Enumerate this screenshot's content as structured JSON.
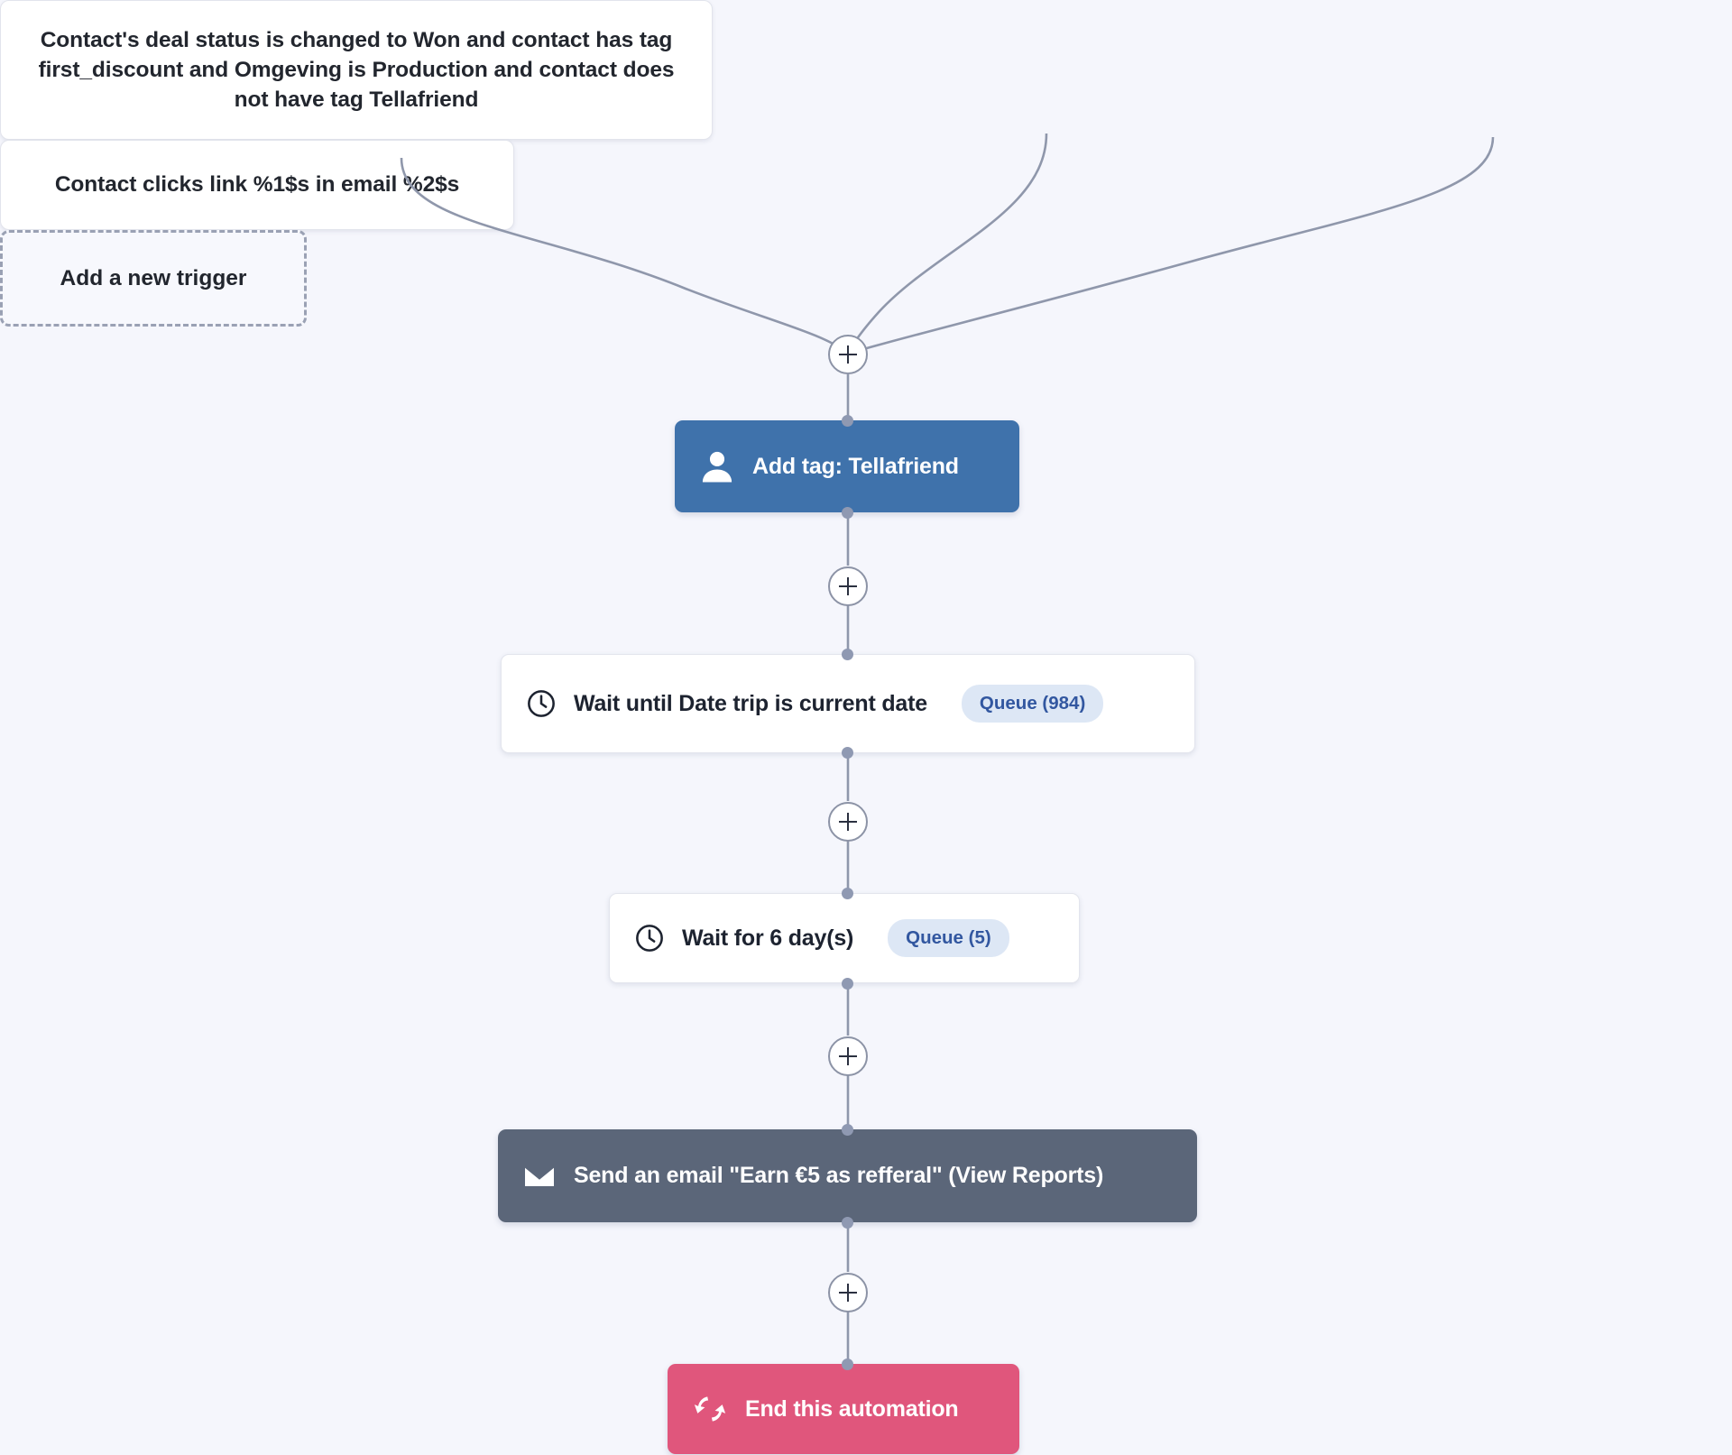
{
  "canvas": {
    "background_color": "#f5f6fc",
    "title": "Automation workflow builder canvas"
  },
  "triggers": [
    {
      "id": "trigger-deal-status",
      "label": "Contact's deal status is changed to Won and contact has tag first_discount and Omgeving is Production and contact does not have tag Tellafriend",
      "style": "solid"
    },
    {
      "id": "trigger-link-click",
      "label": "Contact clicks link %1$s in email %2$s",
      "style": "solid"
    },
    {
      "id": "trigger-add-new",
      "label": "Add a new trigger",
      "style": "dashed"
    }
  ],
  "steps": [
    {
      "id": "step-add-tag",
      "type": "add-tag",
      "icon": "contact-person-icon",
      "label": "Add tag: Tellafriend",
      "color": "#3f72ab",
      "variant": "blue",
      "queue": null
    },
    {
      "id": "step-wait-until",
      "type": "wait-until",
      "icon": "clock-icon",
      "label": "Wait until Date trip is current date",
      "color": "#ffffff",
      "variant": "white",
      "queue": "Queue (984)"
    },
    {
      "id": "step-wait-days",
      "type": "wait-for",
      "icon": "clock-icon",
      "label": "Wait for 6 day(s)",
      "color": "#ffffff",
      "variant": "white",
      "queue": "Queue (5)"
    },
    {
      "id": "step-send-email",
      "type": "send-email",
      "icon": "envelope-icon",
      "label": "Send an email \"Earn €5 as refferal\" (View Reports)",
      "color": "#5b6679",
      "variant": "slate",
      "queue": null
    },
    {
      "id": "step-end-automation",
      "type": "end-automation",
      "icon": "split-arrows-icon",
      "label": "End this automation",
      "color": "#e0567c",
      "variant": "pink",
      "queue": null
    }
  ],
  "add_buttons": [
    {
      "id": "add-step-after-triggers",
      "label": "+"
    },
    {
      "id": "add-step-after-add-tag",
      "label": "+"
    },
    {
      "id": "add-step-after-wait-until",
      "label": "+"
    },
    {
      "id": "add-step-after-wait-days",
      "label": "+"
    },
    {
      "id": "add-step-after-send-email",
      "label": "+"
    }
  ],
  "colors": {
    "background": "#f5f6fc",
    "edge": "#8f97ab",
    "queue_badge_bg": "#dde7f5",
    "queue_badge_text": "#3257a0",
    "node_blue": "#3f72ab",
    "node_slate": "#5b6679",
    "node_pink": "#e0567c",
    "card_border": "#e2e4ec",
    "dashed_border": "#9aa1b4"
  }
}
